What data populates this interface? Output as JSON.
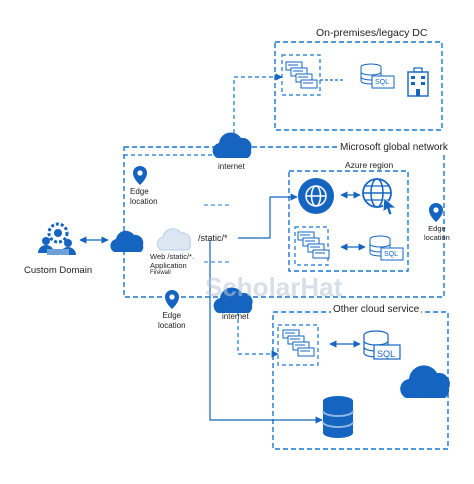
{
  "labels": {
    "onprem_title": "On-premises/legacy DC",
    "msft_title": "Microsoft global network",
    "azure_region": "Azure region",
    "internet_top": "internet",
    "internet_bottom": "internet",
    "edge_left": "Edge\nlocation",
    "edge_bottom": "Edge\nlocation",
    "edge_right": "Edge\nlocation",
    "custom_domain": "Custom Domain",
    "static_path": "/static/*",
    "waf_line1": "Web /static/*.",
    "waf_line2": "Application",
    "waf_line3": "Firewall",
    "sql_onprem": "SQL",
    "sql_azure": "SQL",
    "sql_other": "SQL",
    "other_cloud_title": "Other cloud service"
  },
  "watermark": "ScholarHat",
  "colors": {
    "primary": "#1565c0",
    "dashed": "#1976d2",
    "light_cloud": "#dbe7f3",
    "text": "#222222"
  },
  "icons": [
    "gear-people-icon",
    "cloud-icon",
    "location-pin-icon",
    "server-rack-icon",
    "database-icon",
    "building-icon",
    "globe-icon",
    "globe-cursor-icon",
    "cylinder-storage-icon"
  ]
}
